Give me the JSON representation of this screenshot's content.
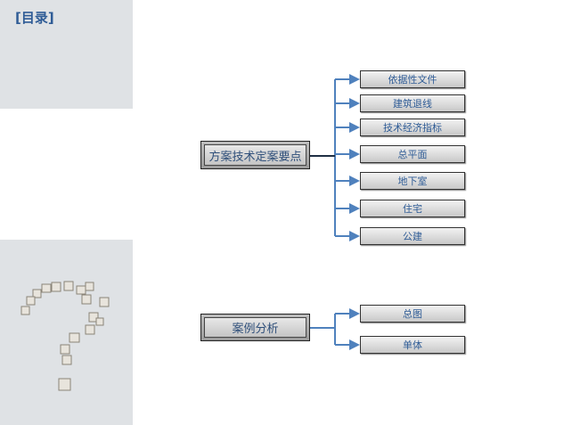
{
  "toc_title": "[目录]",
  "groups": [
    {
      "label": "方案技术定案要点",
      "items": [
        "依据性文件",
        "建筑退线",
        "技术经济指标",
        "总平面",
        "地下室",
        "住宅",
        "公建"
      ]
    },
    {
      "label": "案例分析",
      "items": [
        "总图",
        "单体"
      ]
    }
  ],
  "colors": {
    "panel": "#dfe2e5",
    "connector": "#4f81bd",
    "text": "#2f5c96"
  },
  "decoration": "question-mark-cubes-icon"
}
